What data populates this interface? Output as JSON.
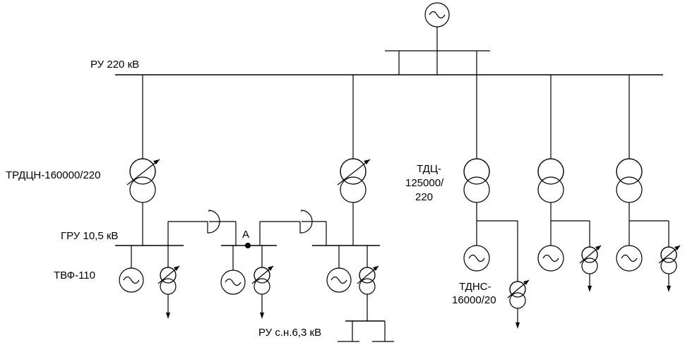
{
  "labels": {
    "ru220": "РУ 220 кВ",
    "trdcn": "ТРДЦН-160000/220",
    "gru": "ГРУ 10,5 кВ",
    "tvf": "ТВФ-110",
    "pointA": "А",
    "tdc_line1": "ТДЦ-",
    "tdc_line2": "125000/",
    "tdc_line3": "220",
    "tdns_line1": "ТДНС-",
    "tdns_line2": "16000/20",
    "rusn": "РУ с.н.6,3 кВ"
  },
  "symbols": {
    "generator": "ac-generator-icon",
    "two_winding_transformer": "transformer-icon",
    "regulated_transformer": "regulated-transformer-icon",
    "reactor": "reactor-icon",
    "load_arrow": "load-arrow-icon"
  }
}
